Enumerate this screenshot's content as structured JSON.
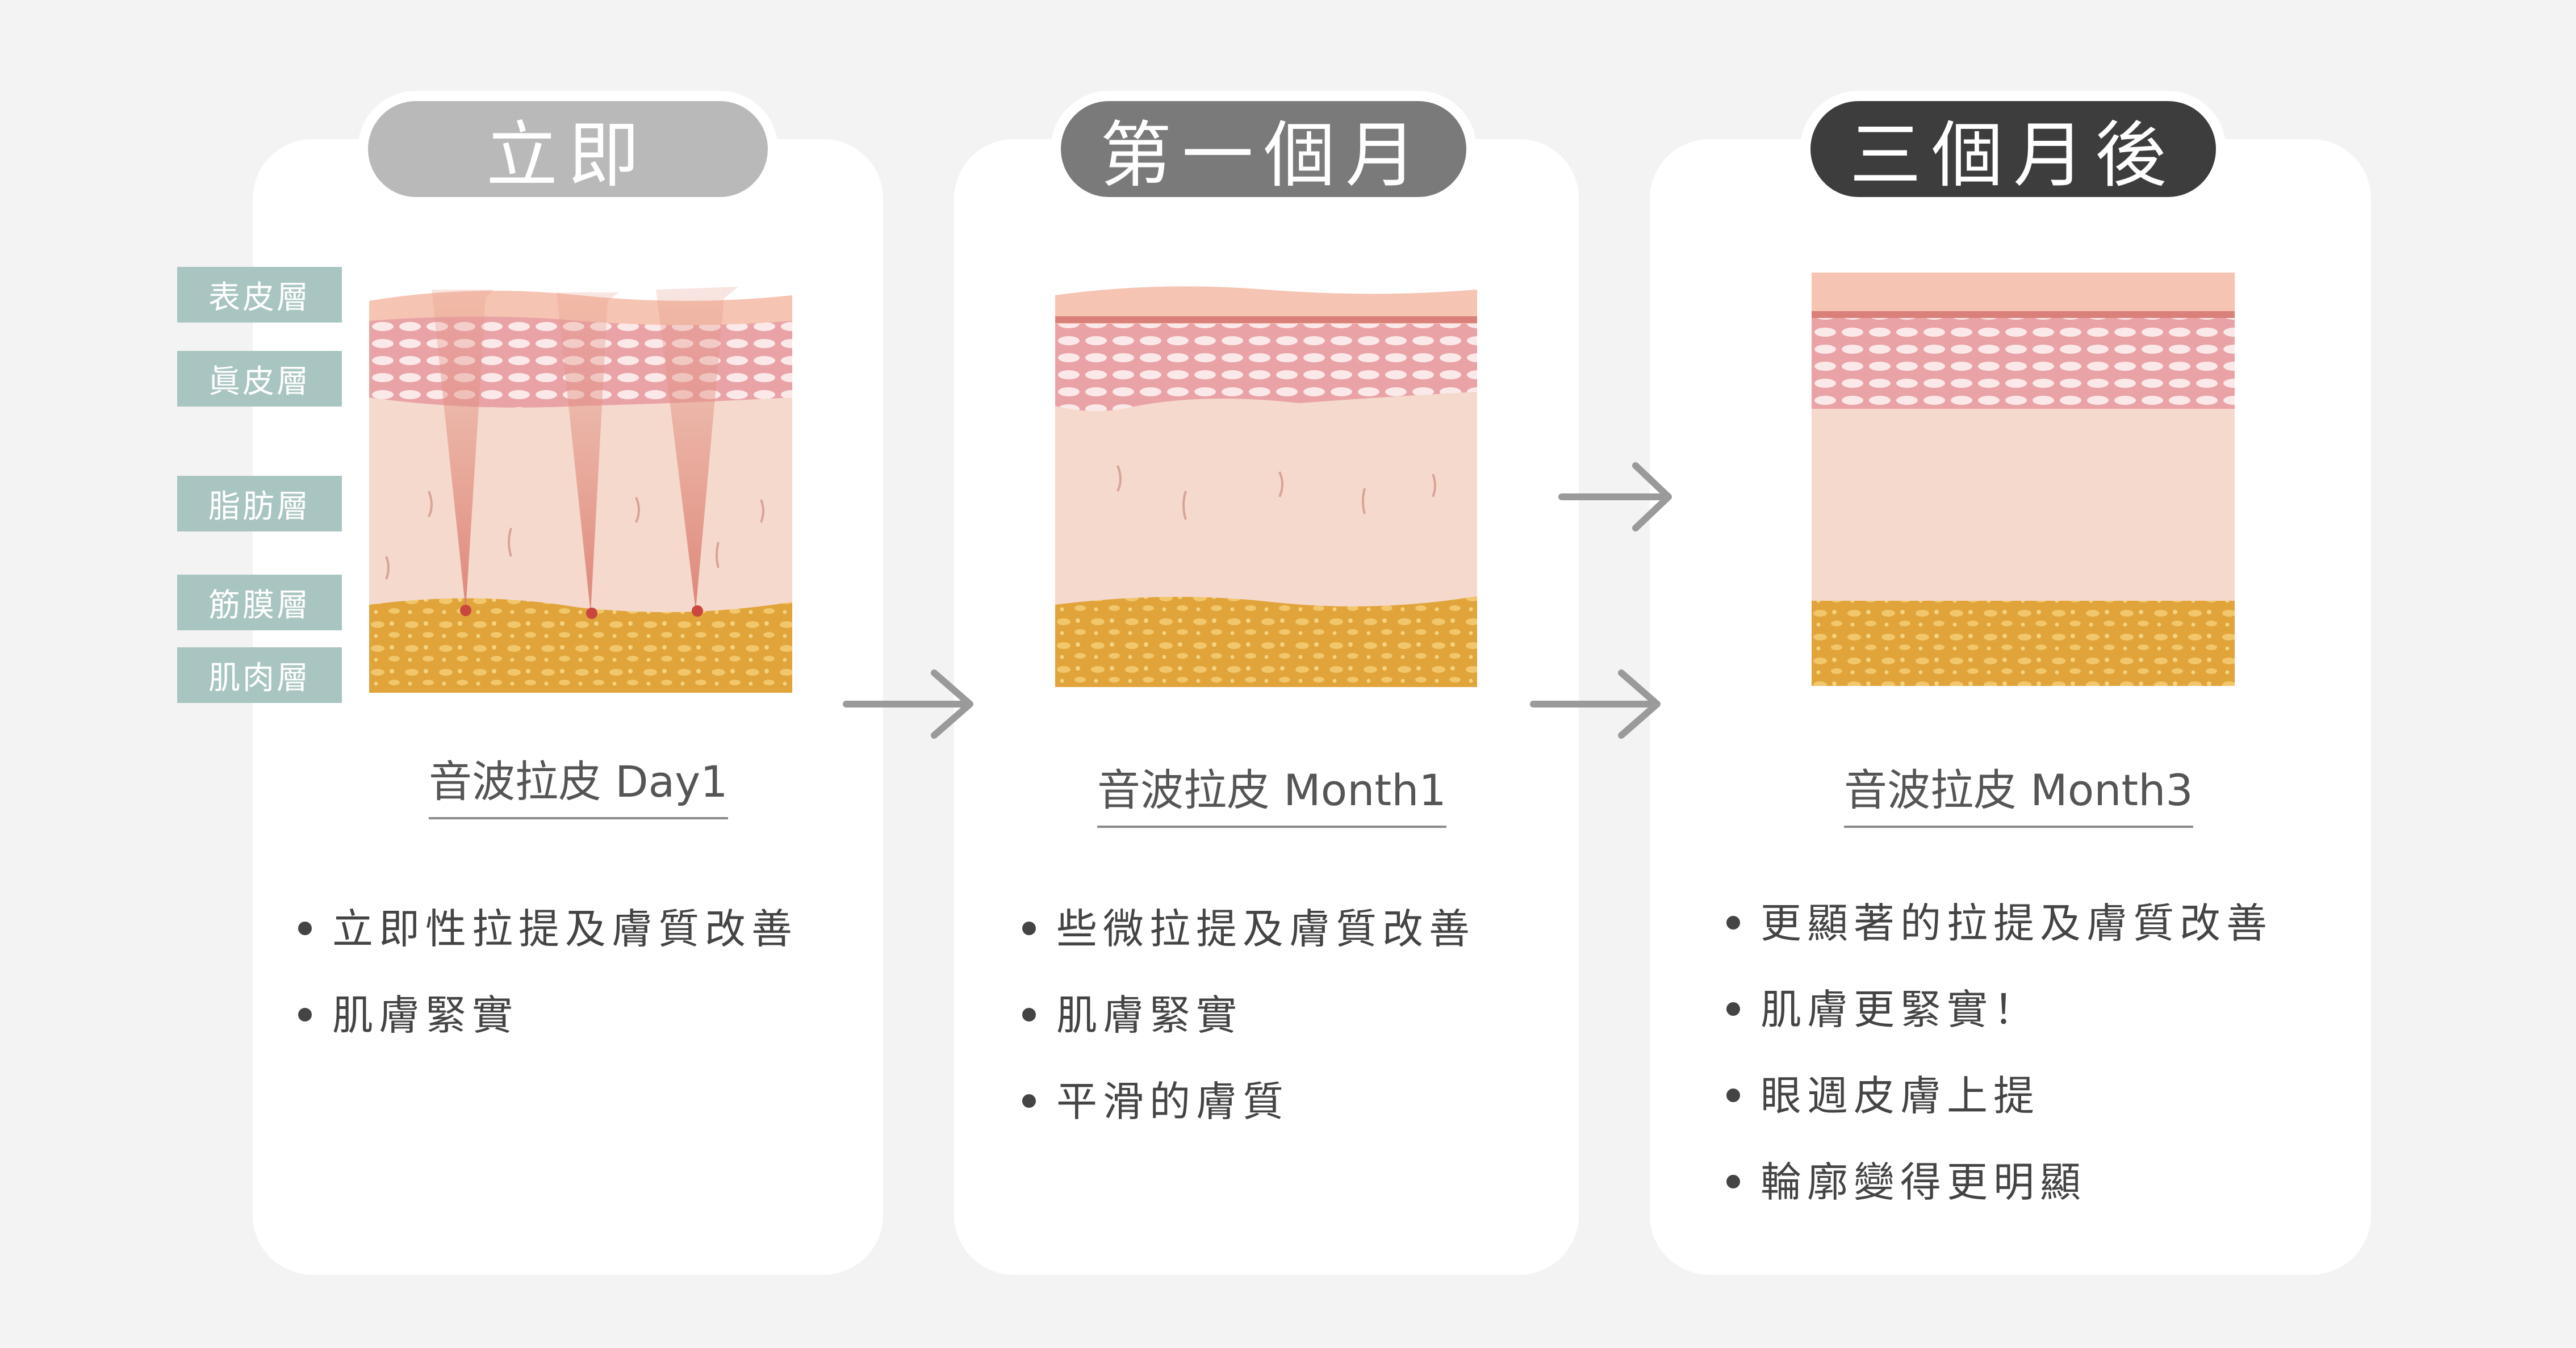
{
  "stages": [
    {
      "title": "立即",
      "caption": "音波拉皮 Day1",
      "bullets": [
        "立即性拉提及膚質改善",
        "肌膚緊實"
      ]
    },
    {
      "title": "第一個月",
      "caption": "音波拉皮 Month1",
      "bullets": [
        "些微拉提及膚質改善",
        "肌膚緊實",
        "平滑的膚質"
      ]
    },
    {
      "title": "三個月後",
      "caption": "音波拉皮 Month3",
      "bullets": [
        "更顯著的拉提及膚質改善",
        "肌膚更緊實！",
        "眼週皮膚上提",
        "輪廓變得更明顯"
      ]
    }
  ],
  "layer_labels": [
    "表皮層",
    "眞皮層",
    "脂肪層",
    "筋膜層",
    "肌肉層"
  ],
  "colors": {
    "pill_stage_1": "#b9b9b9",
    "pill_stage_2": "#7a7a7a",
    "pill_stage_3": "#3d3d3d",
    "layer_tag": "#a9c5c1",
    "epidermis": "#f6c4b2",
    "dermis": "#e9a3a6",
    "fat": "#f5d9cc",
    "muscle": "#e0a43a",
    "arrow": "#9a9a9a"
  }
}
